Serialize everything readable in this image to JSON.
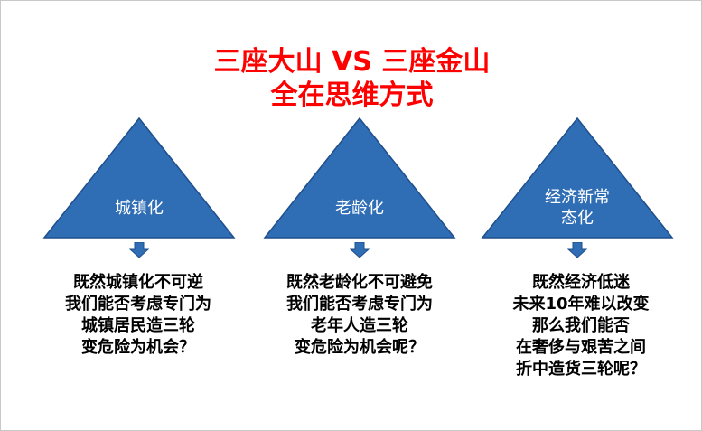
{
  "title": {
    "line1": "三座大山 VS 三座金山",
    "line2": "全在思维方式"
  },
  "colors": {
    "title": "#ff0000",
    "triangle_fill": "#2f6db5",
    "triangle_stroke": "#1f4f8c",
    "arrow_fill": "#2f6db5"
  },
  "columns": [
    {
      "triangle_label": [
        "城镇化"
      ],
      "text": [
        "既然城镇化不可逆",
        "我们能否考虑专门为",
        "城镇居民造三轮",
        "变危险为机会？"
      ]
    },
    {
      "triangle_label": [
        "老龄化"
      ],
      "text": [
        "既然老龄化不可避免",
        "我们能否考虑专门为",
        "老年人造三轮",
        "变危险为机会呢？"
      ]
    },
    {
      "triangle_label": [
        "经济新常",
        "态化"
      ],
      "text": [
        "既然经济低迷",
        "未来10年难以改变",
        "那么我们能否",
        "在奢侈与艰苦之间",
        "折中造货三轮呢？"
      ]
    }
  ],
  "icons": {
    "arrow": "arrow-down-icon",
    "triangle": "triangle-shape"
  }
}
